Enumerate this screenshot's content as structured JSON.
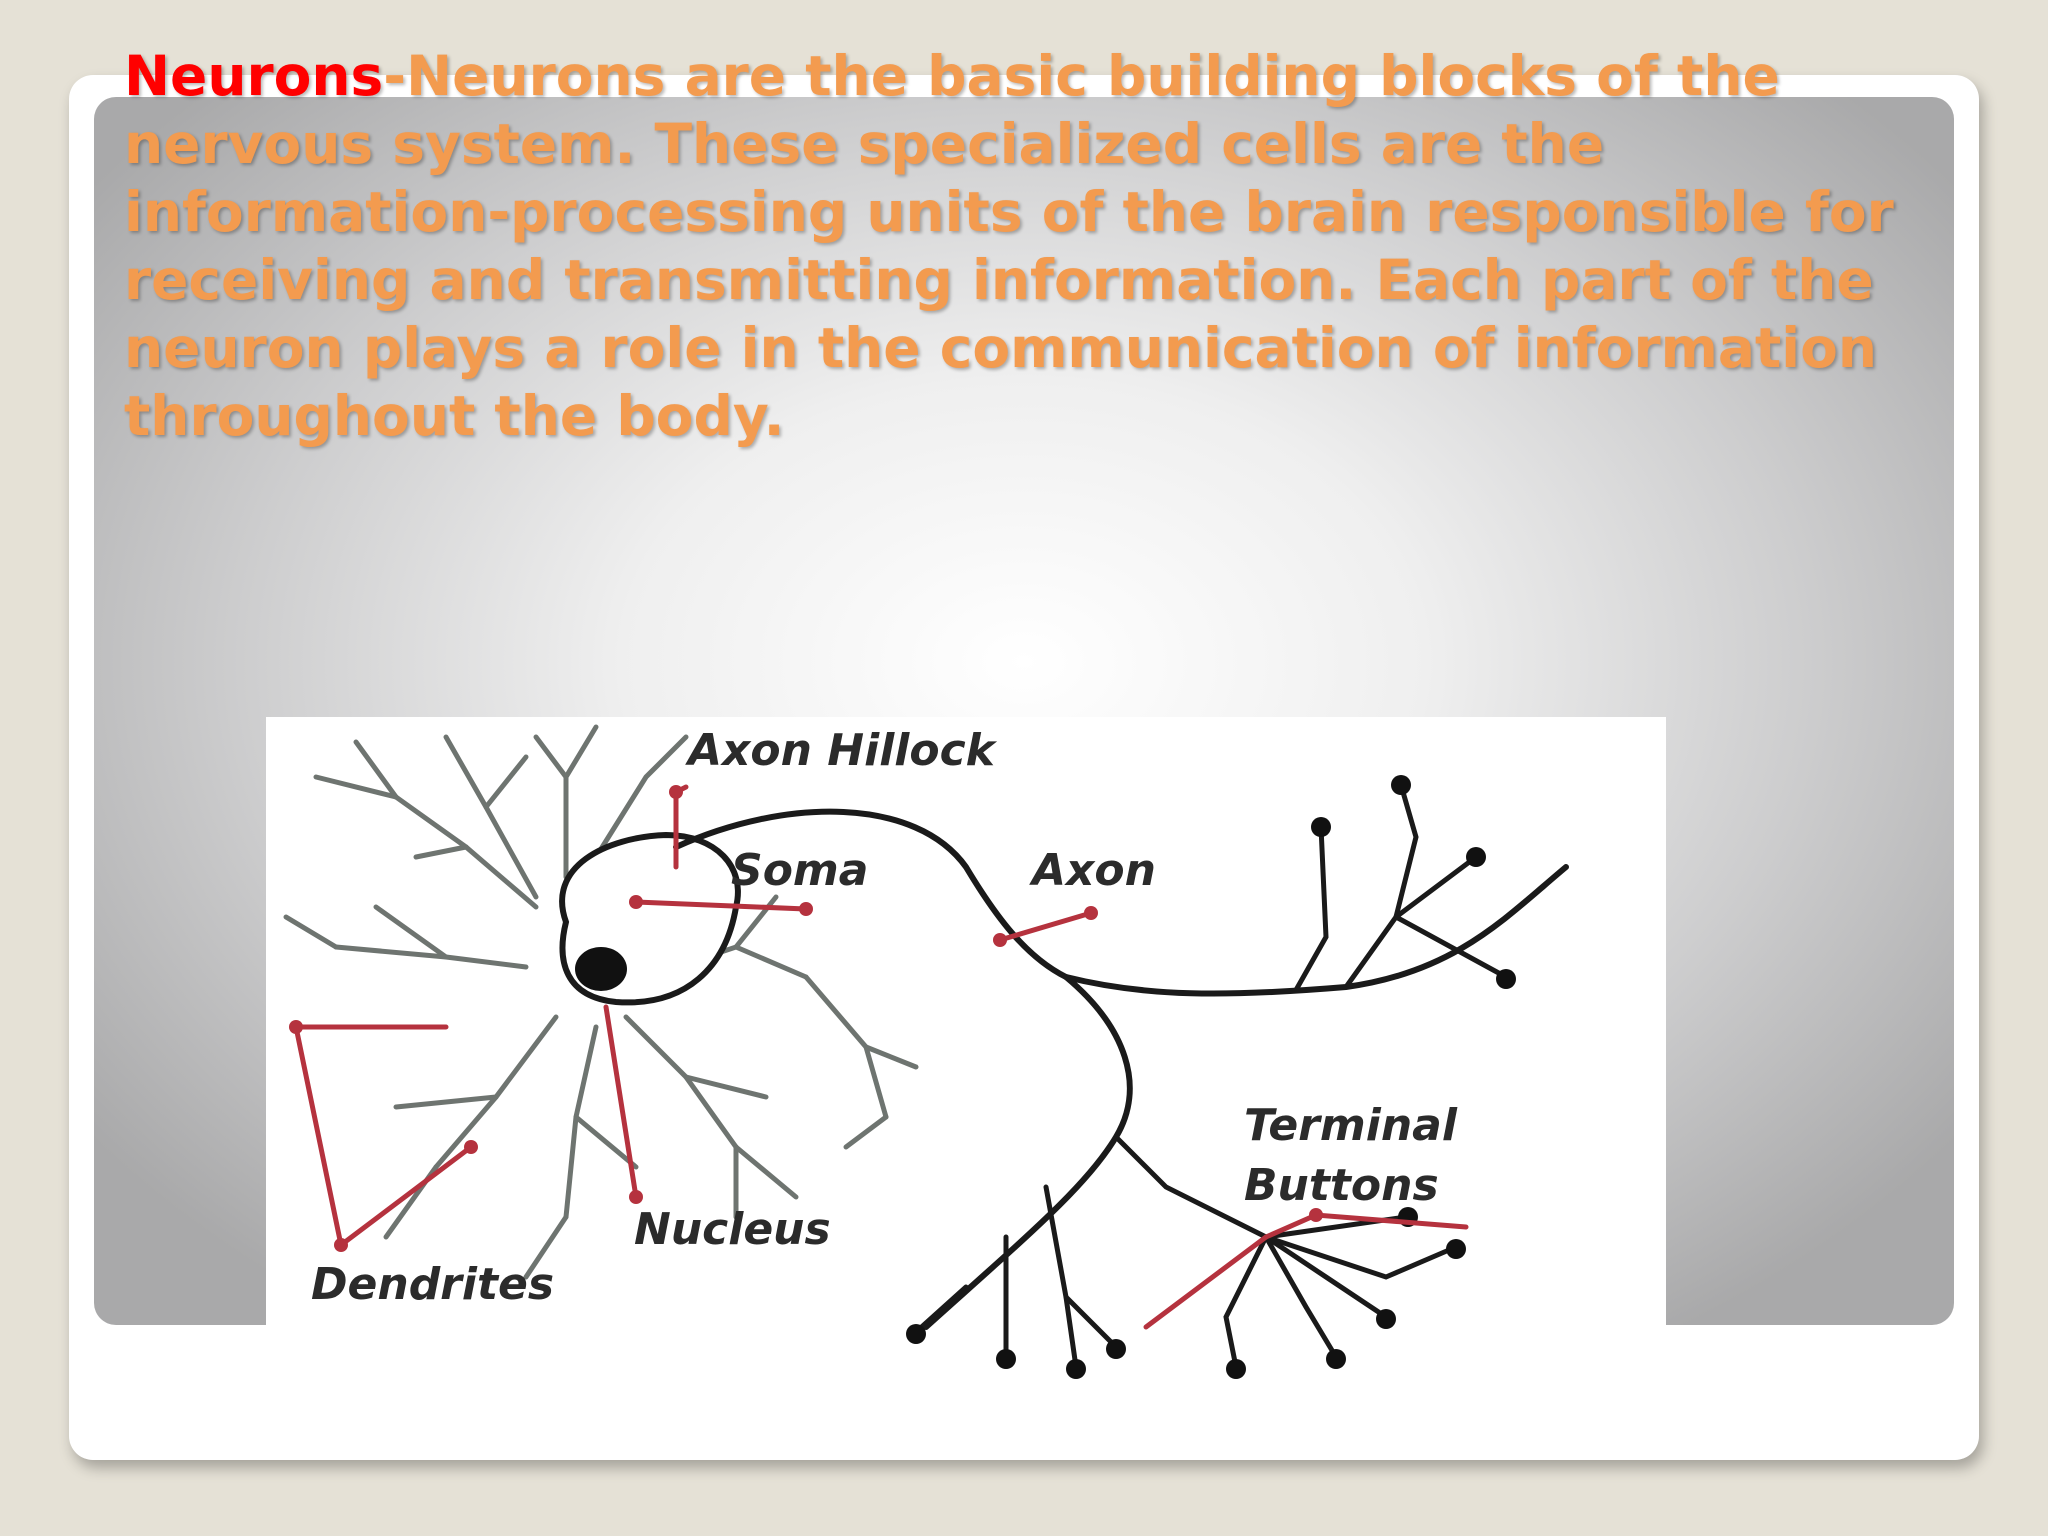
{
  "slide": {
    "term": "Neurons",
    "separator": "-",
    "body": "Neurons are the basic building blocks of the nervous system. These specialized cells are the information-processing units of the brain responsible for receiving and transmitting information. Each part of the neuron plays a role in the communication of information throughout the body."
  },
  "diagram": {
    "labels": {
      "axon_hillock": "Axon Hillock",
      "soma": "Soma",
      "axon": "Axon",
      "terminal_line1": "Terminal",
      "terminal_line2": "Buttons",
      "nucleus": "Nucleus",
      "dendrites": "Dendrites"
    },
    "colors": {
      "neuron_line": "#1a1a1a",
      "dendrite": "#6e7470",
      "pointer": "#b5323e"
    }
  },
  "theme": {
    "background": "#e5e1d6",
    "text_accent": "#f39b4f",
    "term_color": "#ff0000"
  }
}
